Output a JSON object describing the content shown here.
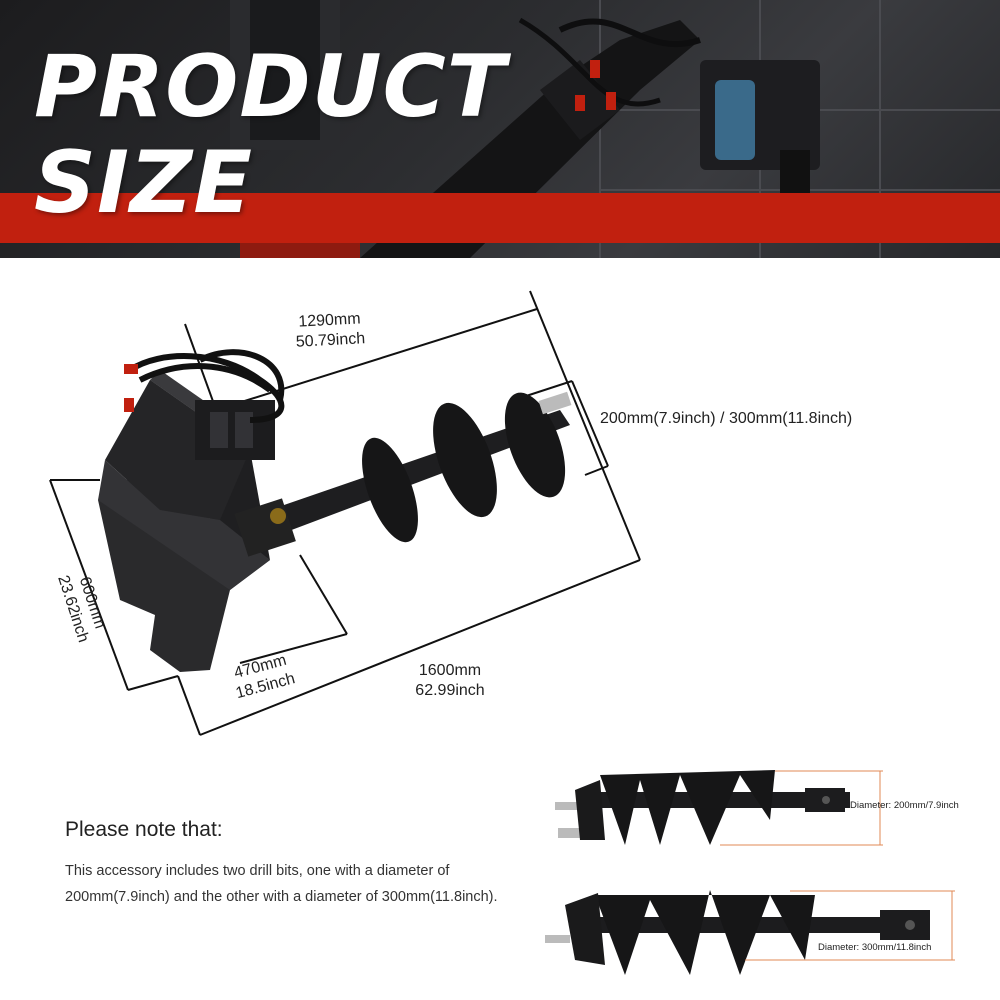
{
  "banner": {
    "title_line1": "PRODUCT",
    "title_line2": "SIZE",
    "accent_color": "#c1200f"
  },
  "dimensions": {
    "length_top": {
      "mm": "1290mm",
      "inch": "50.79inch"
    },
    "bit_diameter": "200mm(7.9inch) / 300mm(11.8inch)",
    "height_left": {
      "mm": "600mm",
      "inch": "23.62inch"
    },
    "depth_bottom": {
      "mm": "470mm",
      "inch": "18.5inch"
    },
    "length_bottom": {
      "mm": "1600mm",
      "inch": "62.99inch"
    }
  },
  "note": {
    "heading": "Please note that:",
    "body": "This accessory includes two drill bits, one with a diameter of 200mm(7.9inch) and the other with a diameter of 300mm(11.8inch)."
  },
  "bits": {
    "small_label": "Diameter: 200mm/7.9inch",
    "large_label": "Diameter: 300mm/11.8inch"
  }
}
